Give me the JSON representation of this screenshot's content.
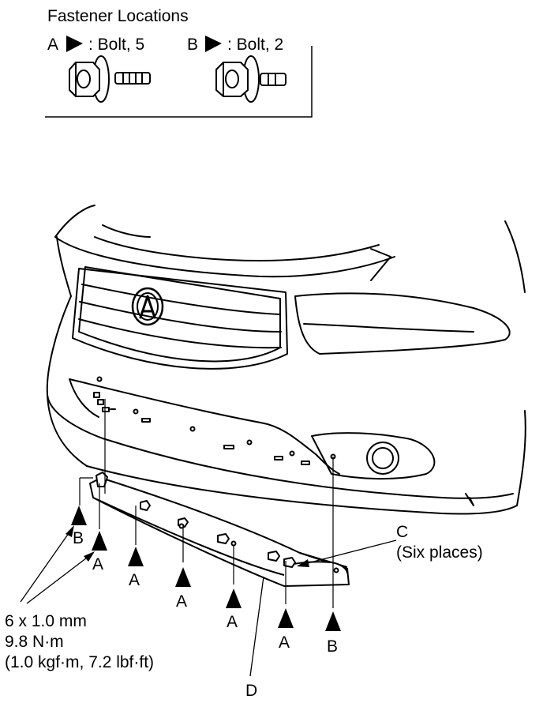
{
  "legend": {
    "title": "Fastener Locations",
    "item_a": {
      "letter": "A",
      "text": ": Bolt, 5"
    },
    "item_b": {
      "letter": "B",
      "text": ": Bolt, 2"
    }
  },
  "callouts": {
    "c_letter": "C",
    "c_note": "(Six places)",
    "d_letter": "D"
  },
  "torque": {
    "line1": "6 x 1.0 mm",
    "line2": "9.8 N·m",
    "line3": "(1.0 kgf·m, 7.2 lbf·ft)"
  },
  "markers": {
    "a": "A",
    "b": "B"
  },
  "colors": {
    "ink": "#000000",
    "paper": "#ffffff"
  }
}
